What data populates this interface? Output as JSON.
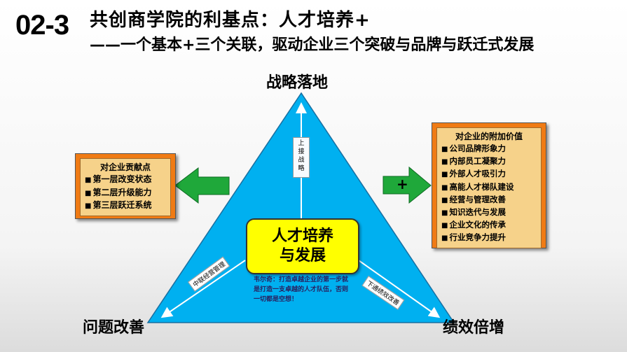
{
  "header": {
    "code": "02-3",
    "title": "共创商学院的利基点：人才培养+",
    "subtitle": "——一个基本+三个关联，驱动企业三个突破与品牌与跃迁式发展"
  },
  "triangle": {
    "top": "战略落地",
    "left": "问题改善",
    "right": "绩效倍增",
    "fill_color": "#00b0f0",
    "arrow_up_label": [
      "上",
      "接",
      "战",
      "略"
    ],
    "arrow_left_label": "中联经营管理",
    "arrow_right_label": "下通绩效改善"
  },
  "center": {
    "line1": "人才培养",
    "line2": "与发展",
    "quote": "韦尔奇：打造卓越企业的第一步就是打造一支卓越的人才队伍，否则一切都是空想！"
  },
  "left_box": {
    "title": "对企业贡献点",
    "items": [
      "第一层改变状态",
      "第二层升级能力",
      "第三层跃迁系统"
    ]
  },
  "right_box": {
    "title": "对企业的附加价值",
    "items": [
      "公司品牌形象力",
      "内部员工凝聚力",
      "外部人才吸引力",
      "高能人才梯队建设",
      "经营与管理改善",
      "知识迭代与发展",
      "企业文化的传承",
      "行业竞争力提升"
    ]
  },
  "arrows": {
    "plus": "+",
    "color": "#1fa83a"
  }
}
